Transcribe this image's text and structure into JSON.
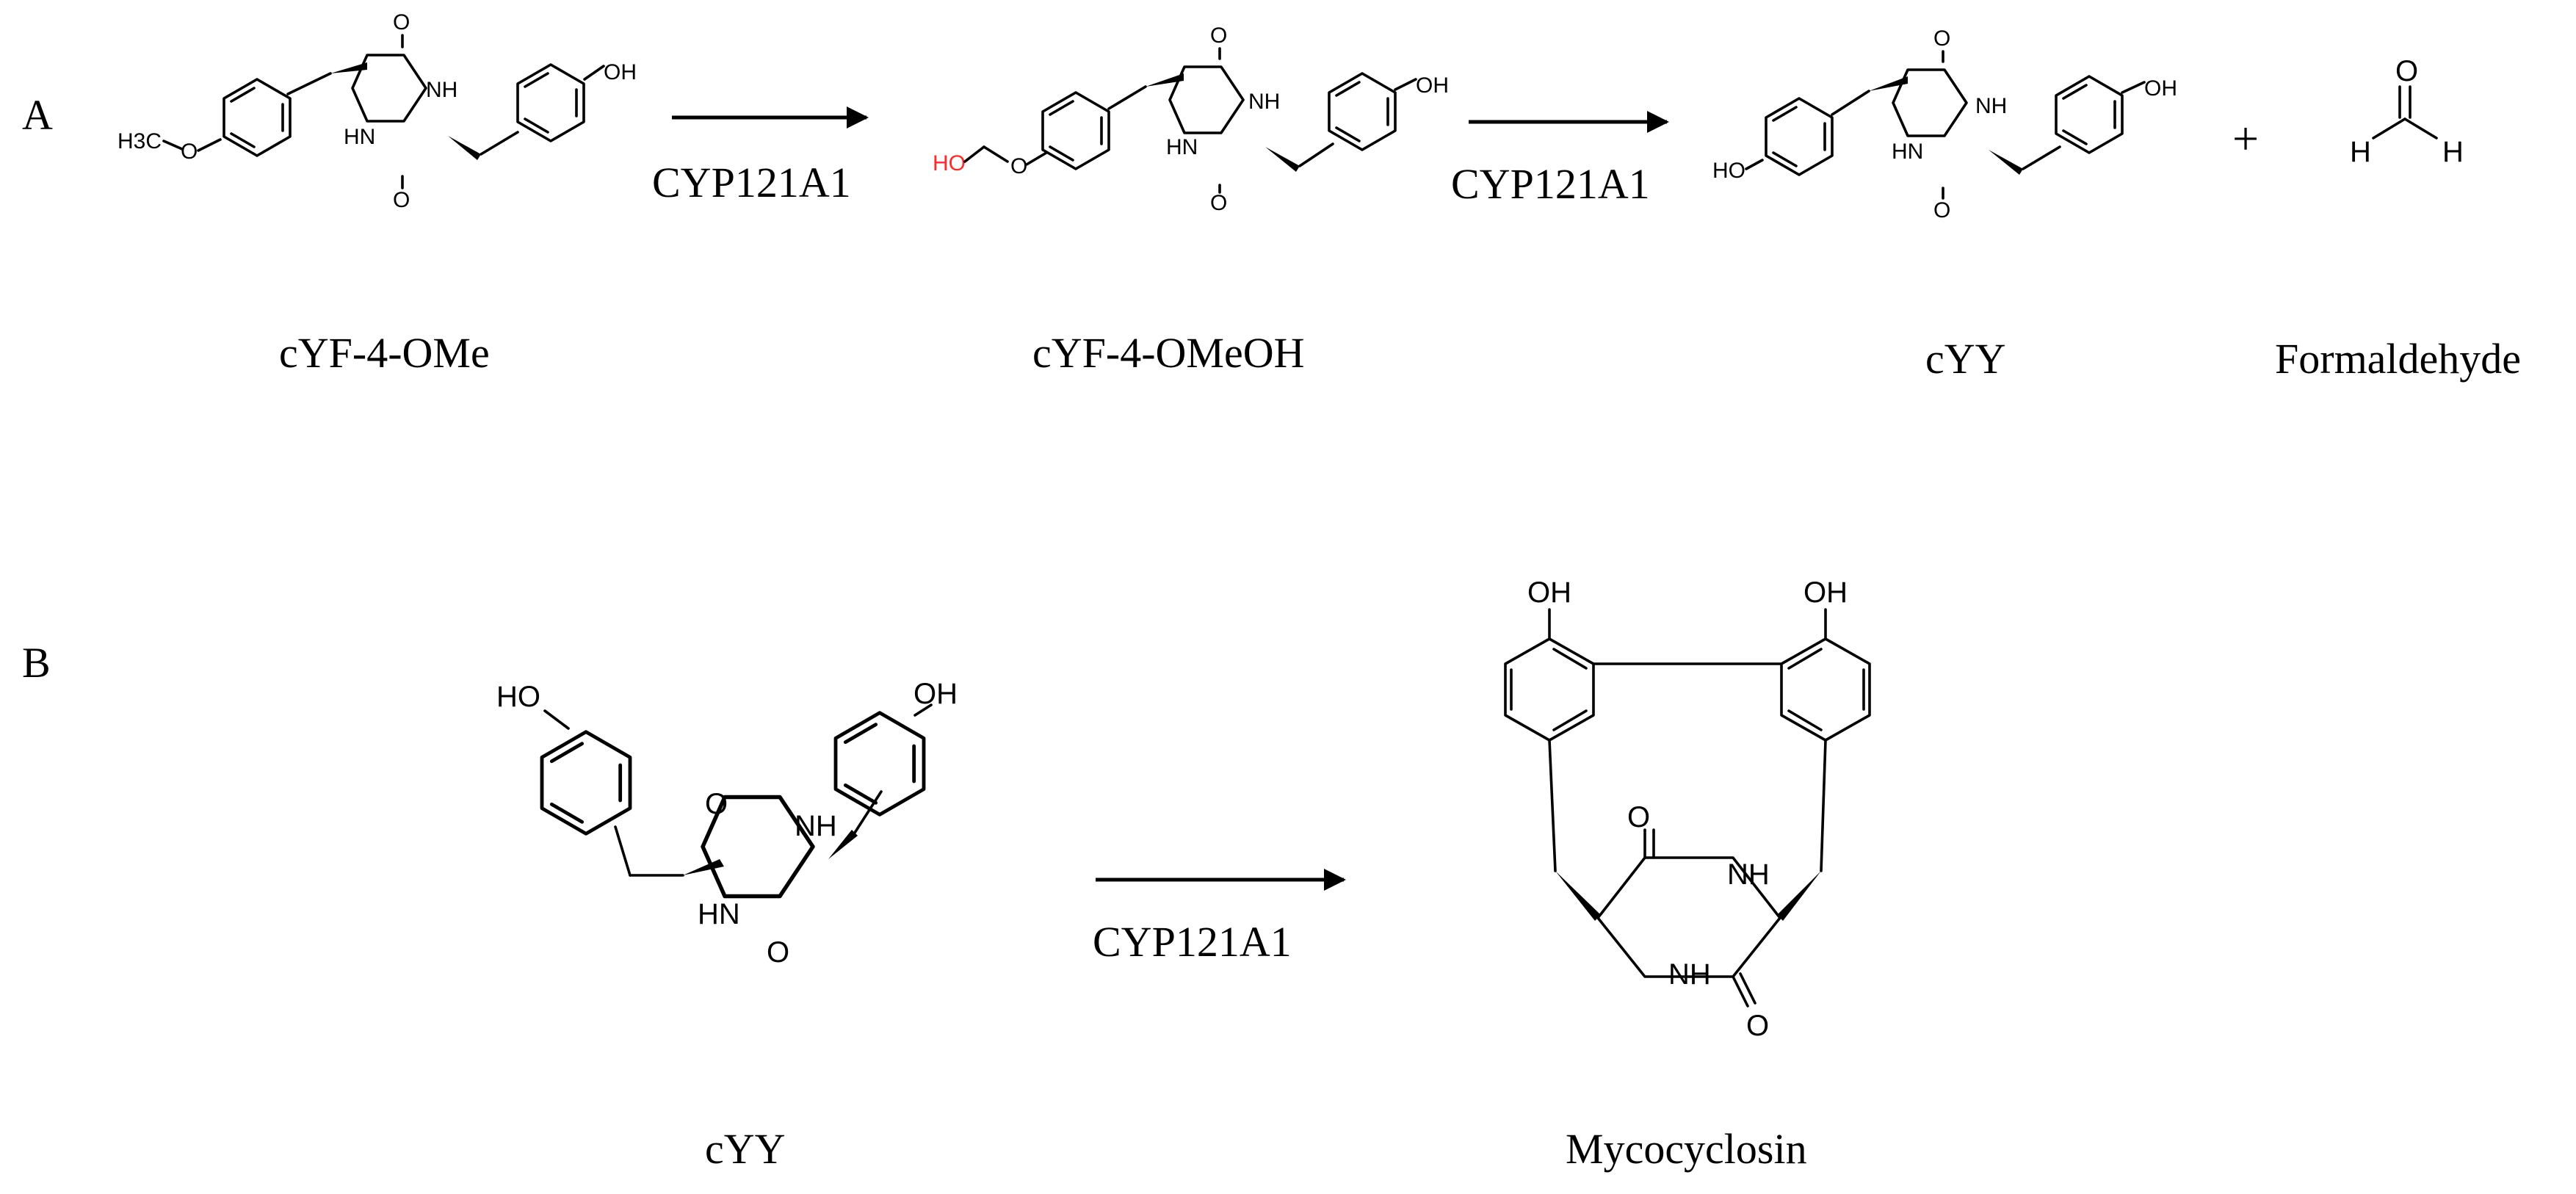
{
  "panels": {
    "a": "A",
    "b": "B"
  },
  "enzyme_label": "CYP121A1",
  "compounds": {
    "cyf4ome": "cYF-4-OMe",
    "cyf4omeoh": "cYF-4-OMeOH",
    "cyy": "cYY",
    "formaldehyde": "Formaldehyde",
    "mycocyclosin": "Mycocyclosin"
  },
  "plus_sign": "+",
  "atoms": {
    "oh": "OH",
    "ho": "HO",
    "o": "O",
    "nh": "NH",
    "hn": "HN",
    "h": "H",
    "h3c": "H3C"
  },
  "colors": {
    "hydroxymethyl_highlight": "#ff2a2a",
    "ink": "#000000"
  }
}
